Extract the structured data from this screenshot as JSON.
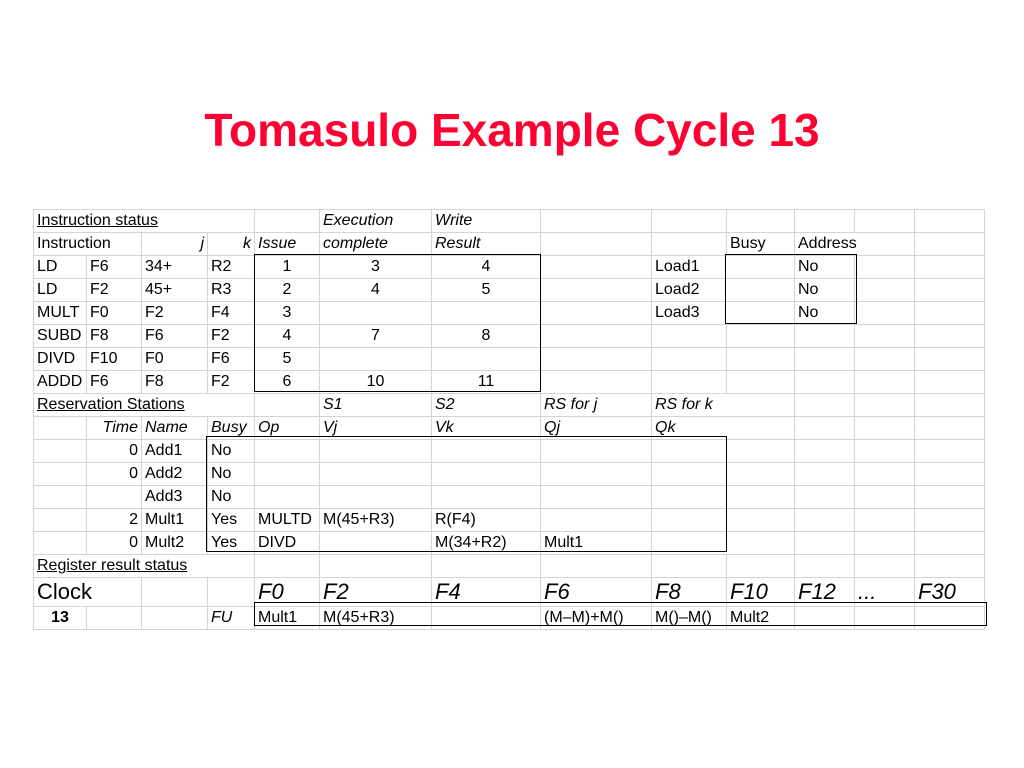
{
  "title": "Tomasulo Example Cycle 13",
  "colors": {
    "title": "#ff0033",
    "red": "#ee1122",
    "blue": "#1a1adb",
    "magenta": "#e01ea3",
    "green": "#18b418"
  },
  "headers": {
    "instruction_status": "Instruction status",
    "execution": "Execution",
    "write": "Write",
    "instruction": "Instruction",
    "j": "j",
    "k": "k",
    "issue": "Issue",
    "complete": "complete",
    "result": "Result",
    "busy": "Busy",
    "address": "Address",
    "reservation_stations": "Reservation Stations",
    "s1": "S1",
    "s2": "S2",
    "rs_for_j": "RS for j",
    "rs_for_k": "RS for k",
    "time": "Time",
    "name": "Name",
    "op": "Op",
    "vj": "Vj",
    "vk": "Vk",
    "qj": "Qj",
    "qk": "Qk",
    "register_result_status": "Register result status",
    "clock": "Clock",
    "fu": "FU"
  },
  "instructions": [
    {
      "op": "LD",
      "dest": "F6",
      "j": "34+",
      "k": "R2",
      "issue": "1",
      "complete": "3",
      "result": "4"
    },
    {
      "op": "LD",
      "dest": "F2",
      "j": "45+",
      "k": "R3",
      "issue": "2",
      "complete": "4",
      "result": "5"
    },
    {
      "op": "MULT",
      "dest": "F0",
      "j": "F2",
      "k": "F4",
      "issue": "3",
      "complete": "",
      "result": ""
    },
    {
      "op": "SUBD",
      "dest": "F8",
      "j": "F6",
      "k": "F2",
      "issue": "4",
      "complete": "7",
      "result": "8"
    },
    {
      "op": "DIVD",
      "dest": "F10",
      "j": "F0",
      "k": "F6",
      "issue": "5",
      "complete": "",
      "result": ""
    },
    {
      "op": "ADDD",
      "dest": "F6",
      "j": "F8",
      "k": "F2",
      "issue": "6",
      "complete": "10",
      "result": "11"
    }
  ],
  "load_buffers": [
    {
      "name": "Load1",
      "busy": "No",
      "address": ""
    },
    {
      "name": "Load2",
      "busy": "No",
      "address": ""
    },
    {
      "name": "Load3",
      "busy": "No",
      "address": ""
    }
  ],
  "reservation_stations": [
    {
      "time": "0",
      "name": "Add1",
      "busy": "No",
      "op": "",
      "vj": "",
      "vk": "",
      "qj": "",
      "qk": ""
    },
    {
      "time": "0",
      "name": "Add2",
      "busy": "No",
      "op": "",
      "vj": "",
      "vk": "",
      "qj": "",
      "qk": ""
    },
    {
      "time": "",
      "name": "Add3",
      "busy": "No",
      "op": "",
      "vj": "",
      "vk": "",
      "qj": "",
      "qk": ""
    },
    {
      "time": "2",
      "name": "Mult1",
      "busy": "Yes",
      "op": "MULTD",
      "vj": "M(45+R3)",
      "vk": "R(F4)",
      "qj": "",
      "qk": ""
    },
    {
      "time": "0",
      "name": "Mult2",
      "busy": "Yes",
      "op": "DIVD",
      "vj": "",
      "vk": "M(34+R2)",
      "qj": "Mult1",
      "qk": ""
    }
  ],
  "register_status": {
    "clock": "13",
    "registers": [
      "F0",
      "F2",
      "F4",
      "F6",
      "F8",
      "F10",
      "F12",
      "...",
      "F30"
    ],
    "fu": [
      "Mult1",
      "M(45+R3)",
      "",
      "(M–M)+M()",
      "M()–M()",
      "Mult2",
      "",
      "",
      ""
    ]
  }
}
